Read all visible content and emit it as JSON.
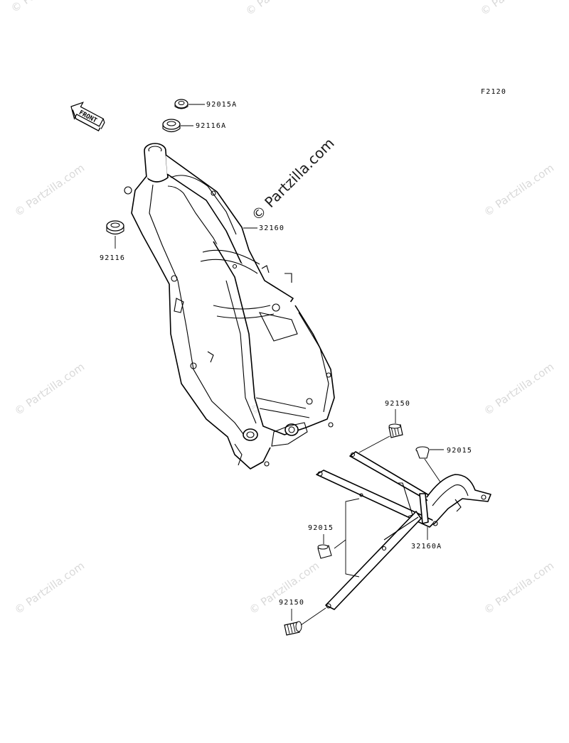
{
  "figure_code": "F2120",
  "front_marker": "FRONT",
  "watermark": "© Partzilla.com",
  "parts": {
    "nut_top": "92015A",
    "bearing_top": "92116A",
    "bearing_left": "92116",
    "main_frame": "32160",
    "bolt_upper": "92150",
    "collar_right": "92015",
    "collar_left": "92015",
    "sub_frame": "32160A",
    "bolt_lower": "92150"
  }
}
